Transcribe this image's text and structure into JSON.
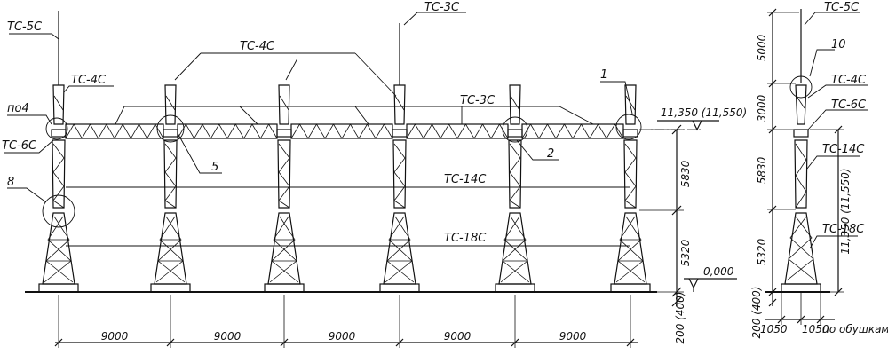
{
  "front_view": {
    "labels": {
      "tc5c": "ТС-5С",
      "tc3c_top": "ТС-3С",
      "tc4c_center": "ТС-4С",
      "tc4c_left": "ТС-4С",
      "po4": "по4",
      "tc6c": "ТС-6С",
      "tc3c_mid": "ТС-3С",
      "tc14c": "ТС-14С",
      "tc18c": "ТС-18С"
    },
    "callouts": [
      "1",
      "2",
      "5",
      "8"
    ],
    "elevations": {
      "top": "11,350 (11,550)",
      "zero": "0,000"
    },
    "vertical_dims": [
      "5830",
      "5320",
      "200 (400)"
    ],
    "spans": [
      "9000",
      "9000",
      "9000",
      "9000",
      "9000"
    ]
  },
  "side_view": {
    "labels": {
      "tc5c": "ТС-5С",
      "tc4c": "ТС-4С",
      "tc6c": "ТС-6С",
      "tc14c": "ТС-14С",
      "tc18c": "ТС-18С"
    },
    "callout": "10",
    "vertical_dims": [
      "5000",
      "3000",
      "5830",
      "5320",
      "200 (400)"
    ],
    "total_height": "11,350 (11,550)",
    "bottom_dims": [
      "1050",
      "1050"
    ],
    "bottom_note": "по обушкам"
  }
}
